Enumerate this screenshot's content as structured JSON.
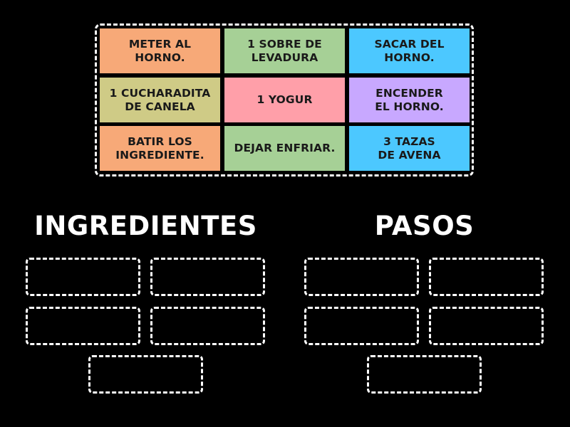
{
  "activity": {
    "tiles": [
      {
        "label": "METER AL\nHORNO.",
        "color": "#F7A978"
      },
      {
        "label": "1 SOBRE DE\nLEVADURA",
        "color": "#A6D096"
      },
      {
        "label": "SACAR DEL\nHORNO.",
        "color": "#4CC8FF"
      },
      {
        "label": "1 CUCHARADITA\nDE CANELA",
        "color": "#CFCB86"
      },
      {
        "label": "1 YOGUR",
        "color": "#FF9FA9"
      },
      {
        "label": "ENCENDER\nEL HORNO.",
        "color": "#C8A8FF"
      },
      {
        "label": "BATIR LOS\nINGREDIENTE.",
        "color": "#F7A978"
      },
      {
        "label": "DEJAR ENFRIAR.",
        "color": "#A6D096"
      },
      {
        "label": "3 TAZAS\nDE AVENA",
        "color": "#4CC8FF"
      }
    ],
    "groups": [
      {
        "title": "INGREDIENTES",
        "slots": 5
      },
      {
        "title": "PASOS",
        "slots": 5
      }
    ]
  }
}
